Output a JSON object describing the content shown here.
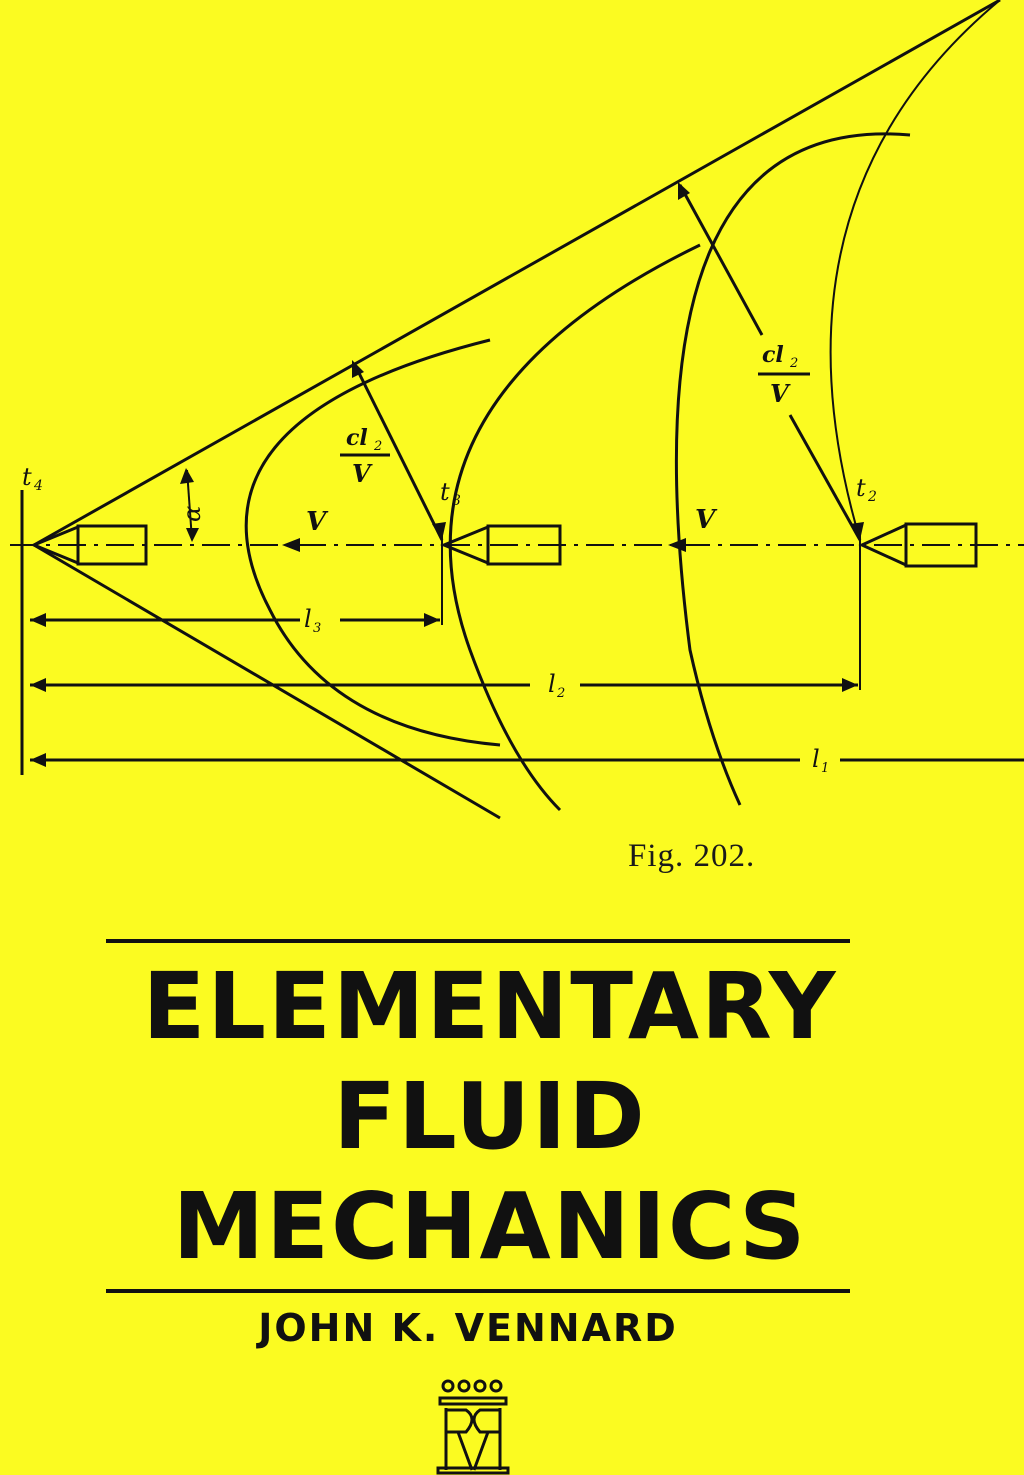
{
  "figure": {
    "caption": "Fig. 202.",
    "labels": {
      "t4": "t",
      "t4_sub": "4",
      "t3": "t",
      "t3_sub": "3",
      "t2": "t",
      "t2_sub": "2",
      "alpha": "α",
      "velocity": "V",
      "cl_top": "cl",
      "cl_sub_top": "2",
      "cl_bottom": "V",
      "l1": "l",
      "l1_sub": "1",
      "l2": "l",
      "l2_sub": "2",
      "l3": "l",
      "l3_sub": "3"
    }
  },
  "title": {
    "line1": "ELEMENTARY",
    "line2": "FLUID",
    "line3": "MECHANICS"
  },
  "author": "JOHN K. VENNARD",
  "colors": {
    "background": "#fbfb21",
    "ink": "#111111"
  }
}
